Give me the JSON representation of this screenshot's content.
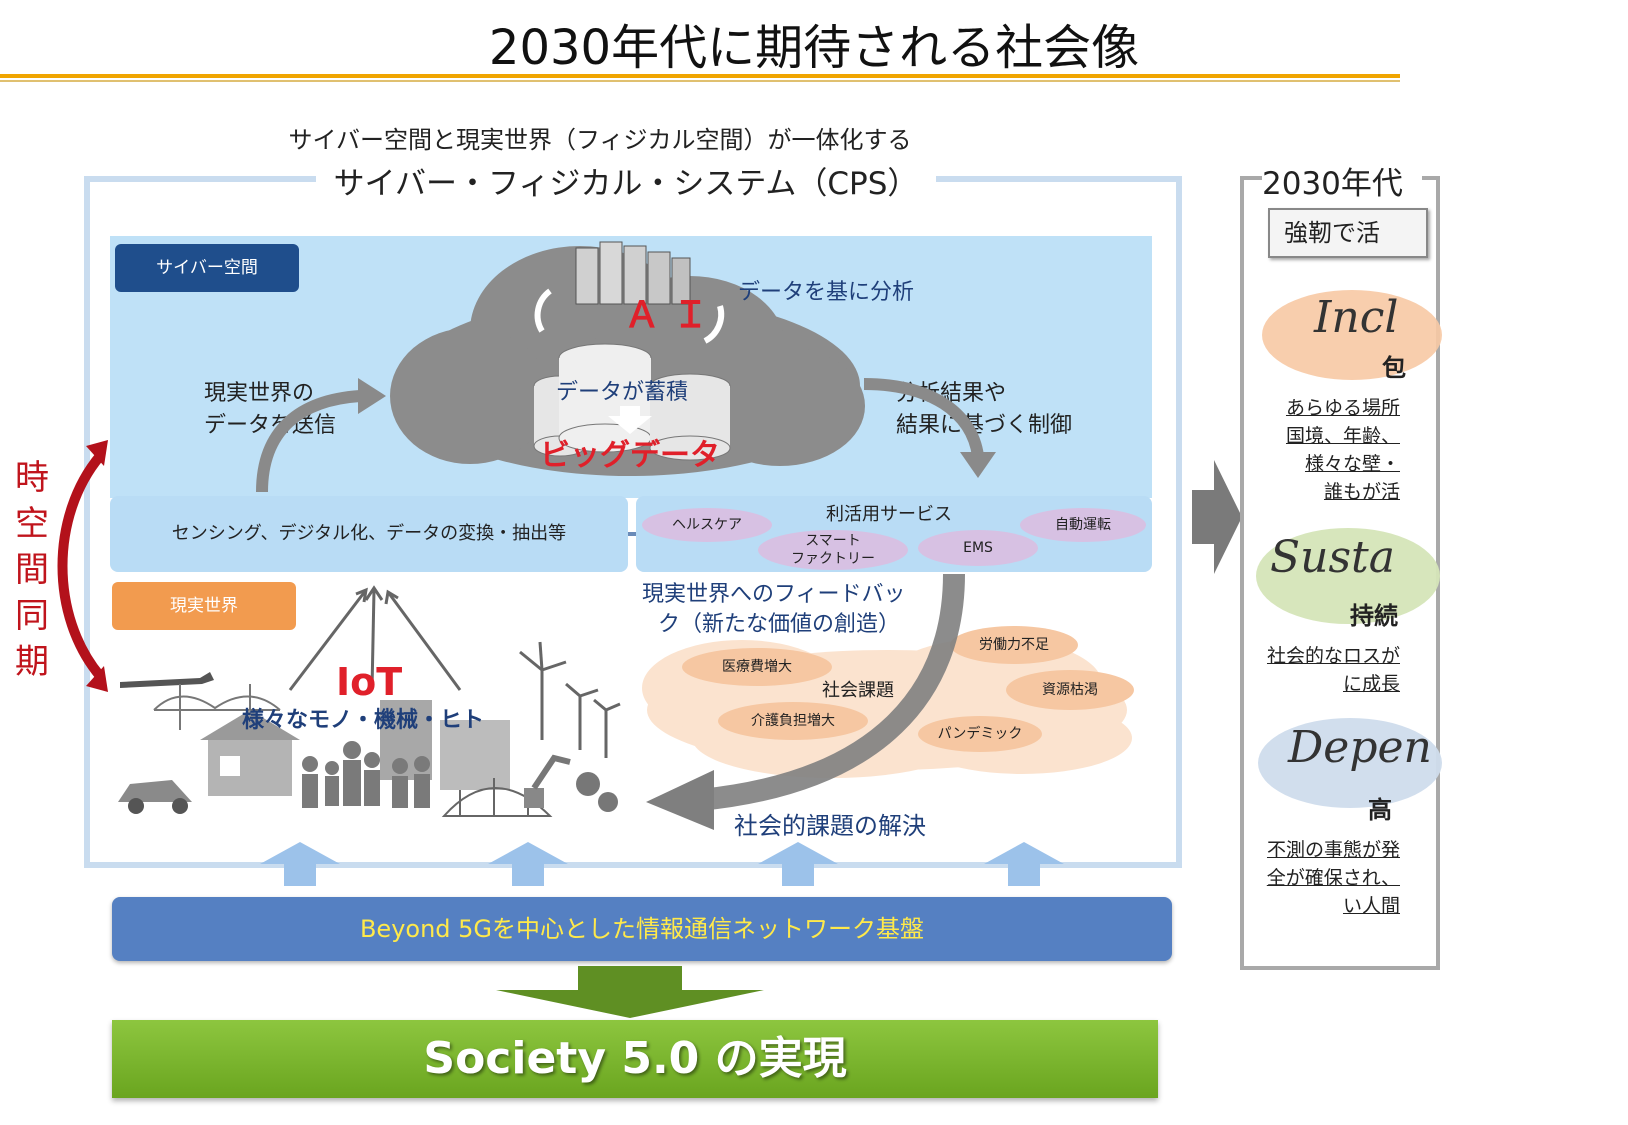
{
  "header": {
    "title": "2030年代に期待される社会像"
  },
  "cps": {
    "subtitle": "サイバー空間と現実世界（フィジカル空間）が一体化する",
    "title": "サイバー・フィジカル・システム（CPS）",
    "cyber_tag": "サイバー空間",
    "real_tag": "現実世界",
    "ai": "Ａ Ｉ",
    "analyze": "データを基に分析",
    "accumulate": "データが蓄積",
    "bigdata": "ビッグデータ",
    "send_line1": "現実世界の",
    "send_line2": "データを送信",
    "control_line1": "分析結果や",
    "control_line2": "結果に基づく制御",
    "sensing": "センシング、デジタル化、データの変換・抽出等",
    "service_title": "利活用サービス",
    "services": [
      "ヘルスケア",
      "スマート",
      "ファクトリー",
      "EMS",
      "自動運転"
    ],
    "feedback_line1": "現実世界へのフィードバッ",
    "feedback_line2": "ク（新たな価値の創造）",
    "iot": "IoT",
    "iot_sub": "様々なモノ・機械・ヒト",
    "issues_title": "社会課題",
    "issues": [
      "医療費増大",
      "労働力不足",
      "資源枯渇",
      "介護負担増大",
      "パンデミック"
    ],
    "solution": "社会的課題の解決",
    "sync": [
      "時",
      "空",
      "間",
      "同",
      "期"
    ]
  },
  "network": "Beyond 5Gを中心とした情報通信ネットワーク基盤",
  "society": "Society 5.0 の実現",
  "right": {
    "title": "2030年代",
    "box": "強靭で活",
    "items": [
      {
        "word": "Incl",
        "sub": "包",
        "lines": [
          "あらゆる場所",
          "国境、年齢、",
          "様々な壁・",
          "誰もが活"
        ]
      },
      {
        "word": "Susta",
        "sub": "持続",
        "lines": [
          "社会的なロスが",
          "に成長"
        ]
      },
      {
        "word": "Depen",
        "sub": "高",
        "lines": [
          "不測の事態が発",
          "全が確保され、",
          "い人間"
        ]
      }
    ]
  },
  "colors": {
    "accent_rule": "#f0a500",
    "cyber_bg": "#bfe1f7",
    "network_bar": "#5580c2",
    "society_bar": "#7ab530",
    "sync_red": "#c0141c"
  }
}
